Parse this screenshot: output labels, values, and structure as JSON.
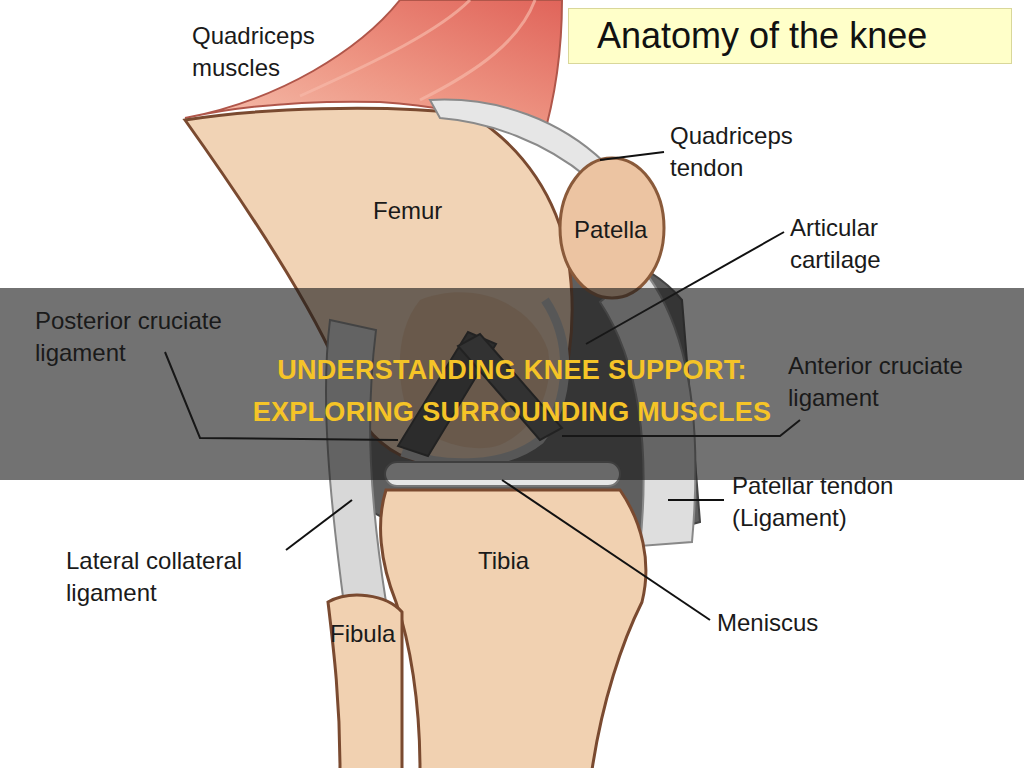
{
  "diagram": {
    "title": "Anatomy of the knee",
    "nodes": [
      {
        "text": [
          "UNDERSTANDING KNEE SUPPORT:",
          "EXPLORING SURROUNDING MUSCLES"
        ]
      }
    ],
    "labels": [
      "Quadriceps muscles",
      "Quadriceps tendon",
      "Femur",
      "Patella",
      "Articular cartilage",
      "Posterior cruciate ligament",
      "Anterior cruciate ligament",
      "Patellar tendon (Ligament)",
      "Lateral collateral ligament",
      "Tibia",
      "Fibula",
      "Meniscus"
    ]
  }
}
